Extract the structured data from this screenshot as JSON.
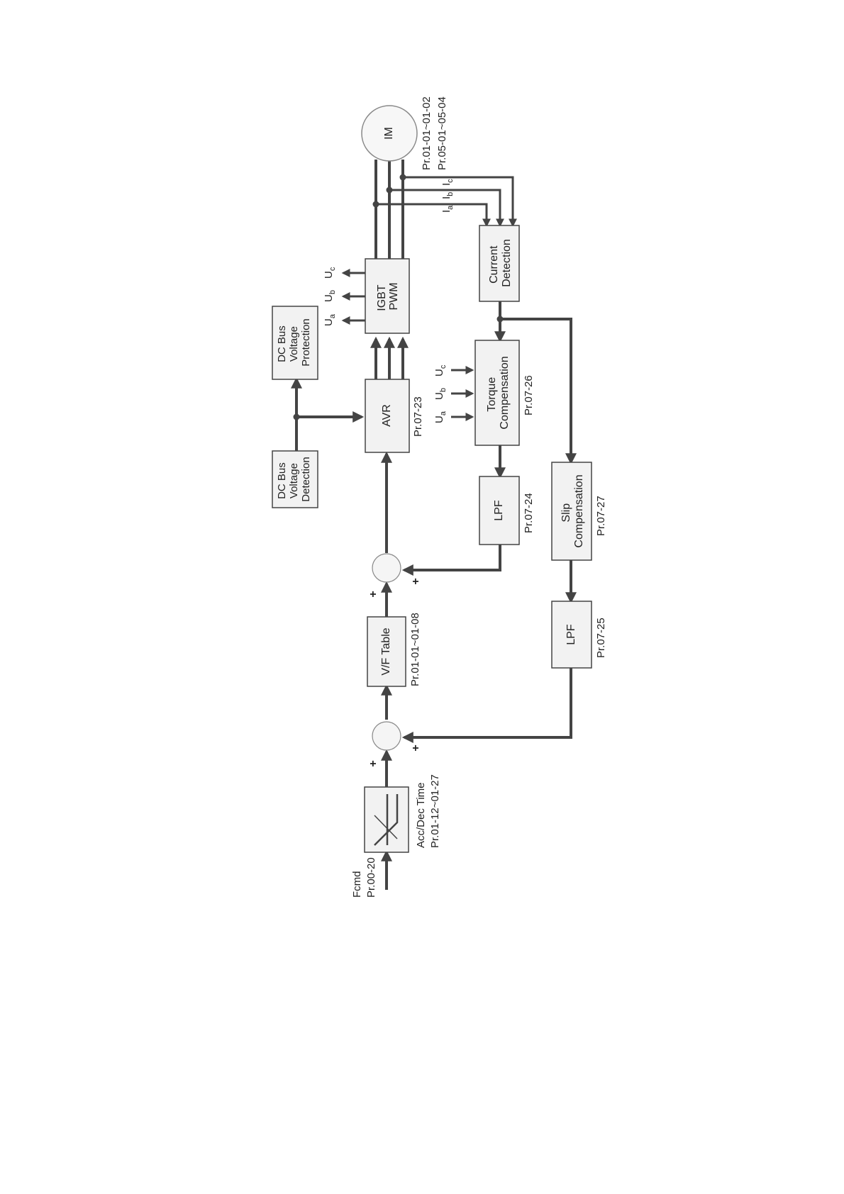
{
  "blocks": {
    "im": "IM",
    "igbt": [
      "IGBT",
      "PWM"
    ],
    "avr": "AVR",
    "dc_protection": [
      "DC Bus",
      "Voltage",
      "Protection"
    ],
    "dc_detection": [
      "DC Bus",
      "Voltage",
      "Detection"
    ],
    "current_detection": [
      "Current",
      "Detection"
    ],
    "torque_comp": [
      "Torque",
      "Compensation"
    ],
    "lpf1": "LPF",
    "slip_comp": [
      "Slip",
      "Compensation"
    ],
    "lpf2": "LPF",
    "vf_table": "V/F Table"
  },
  "labels": {
    "motor_params": [
      "Pr.01-01~01-02",
      "Pr.05-01~05-04"
    ],
    "avr_param": "Pr.07-23",
    "torque_param": "Pr.07-26",
    "lpf1_param": "Pr.07-24",
    "slip_param": "Pr.07-27",
    "lpf2_param": "Pr.07-25",
    "vf_param": "Pr.01-01~01-08",
    "accdec": [
      "Acc/Dec Time",
      "Pr.01-12~01-27"
    ],
    "fcmd": [
      "Fcmd",
      "Pr.00-20"
    ],
    "plus": "+"
  },
  "signals": {
    "u_base": "U",
    "i_base": "I",
    "subs": [
      "a",
      "b",
      "c"
    ]
  }
}
